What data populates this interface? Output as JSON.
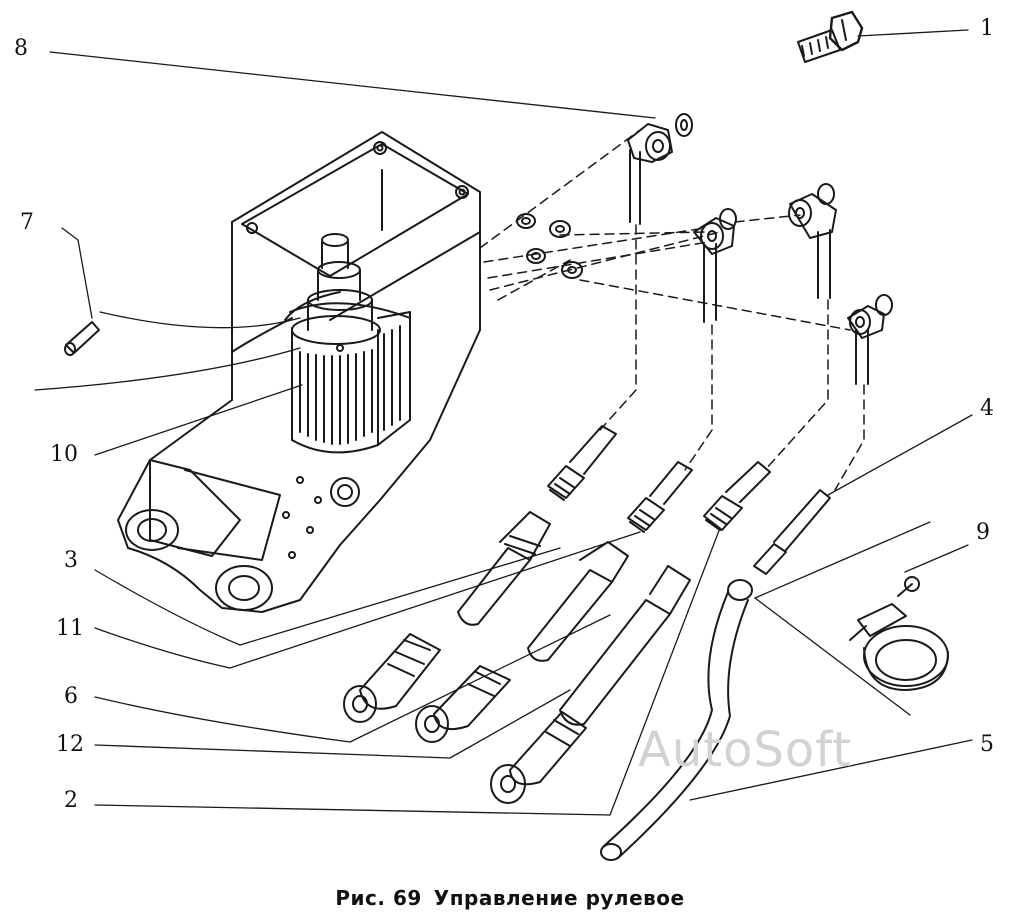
{
  "callouts": {
    "c1": "1",
    "c2": "2",
    "c3": "3",
    "c4": "4",
    "c5": "5",
    "c6": "6",
    "c7": "7",
    "c8": "8",
    "c9": "9",
    "c10": "10",
    "c11": "11",
    "c12": "12"
  },
  "caption": {
    "figure": "Рис. 69",
    "title": "Управление рулевое"
  },
  "watermark": "AutoSoft"
}
